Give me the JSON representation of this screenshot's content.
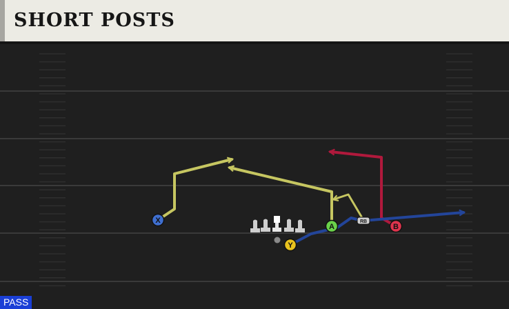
{
  "play": {
    "title": "SHORT POSTS",
    "play_type": "PASS"
  },
  "players": {
    "x": "X",
    "y": "Y",
    "a": "A",
    "b": "B",
    "rb": "RB"
  },
  "colors": {
    "field": "#1f1f1f",
    "yard_line": "#3a3a3a",
    "route_yellow": "#c6c661",
    "route_red": "#b0193c",
    "route_blue": "#23459a",
    "x_fill": "#3f6fd0",
    "y_fill": "#e8c21e",
    "a_fill": "#6ad24a",
    "b_fill": "#e0344d",
    "rb_fill": "#d0d0d0",
    "header_bg": "#ecebe4",
    "pass_badge": "#1a3fd6"
  }
}
